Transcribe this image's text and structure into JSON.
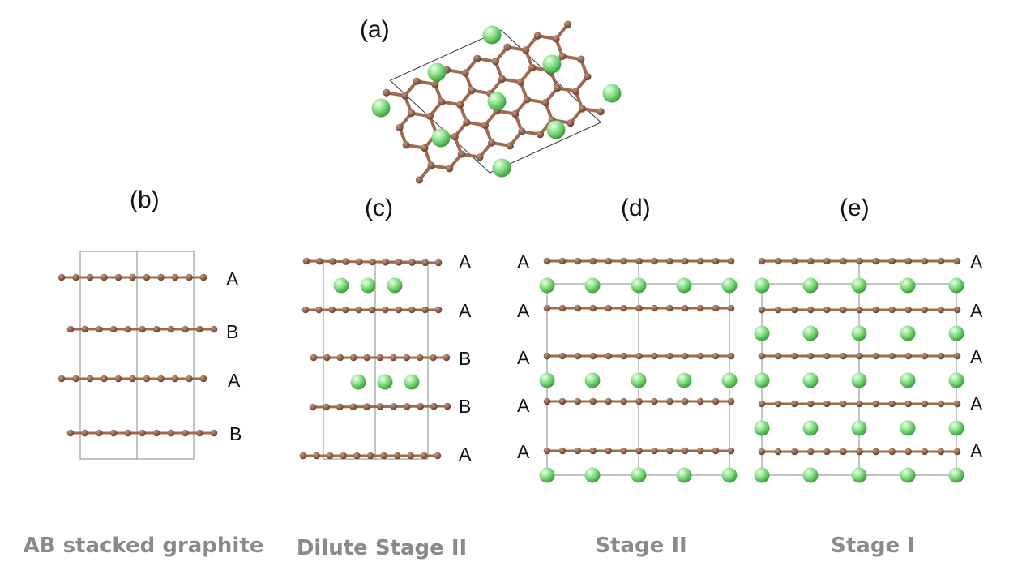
{
  "colors": {
    "carbon": "#7a4a35",
    "carbon_highlight": "#c49a82",
    "bond": "#a06a52",
    "lithium": "#6fd36f",
    "lithium_highlight": "#ecffe6",
    "cell_line": "#888888",
    "caption_text": "#8a8a8a"
  },
  "icons": {
    "carbon_atom": "brown-sphere-icon",
    "lithium_atom": "green-sphere-icon"
  },
  "panels": [
    {
      "id": "a",
      "label": "(a)",
      "view": "top-view-hexagonal-lattice",
      "caption": "",
      "layers": []
    },
    {
      "id": "b",
      "label": "(b)",
      "view": "side-view-stacking",
      "caption": "AB stacked graphite",
      "layers": [
        "A",
        "B",
        "A",
        "B"
      ],
      "intercalant_rows": []
    },
    {
      "id": "c",
      "label": "(c)",
      "view": "side-view-stacking",
      "caption": "Dilute Stage II",
      "layers": [
        "A",
        "A",
        "B",
        "B",
        "A"
      ],
      "intercalant_rows": [
        "partial",
        "none",
        "partial",
        "none"
      ]
    },
    {
      "id": "d",
      "label": "(d)",
      "view": "side-view-stacking",
      "caption": "Stage II",
      "layers": [
        "A",
        "A",
        "A",
        "A",
        "A"
      ],
      "intercalant_rows": [
        "full",
        "none",
        "full",
        "none",
        "full"
      ]
    },
    {
      "id": "e",
      "label": "(e)",
      "view": "side-view-stacking",
      "caption": "Stage I",
      "layers": [
        "A",
        "A",
        "A",
        "A",
        "A"
      ],
      "intercalant_rows": [
        "full",
        "full",
        "full",
        "full",
        "full"
      ]
    }
  ]
}
